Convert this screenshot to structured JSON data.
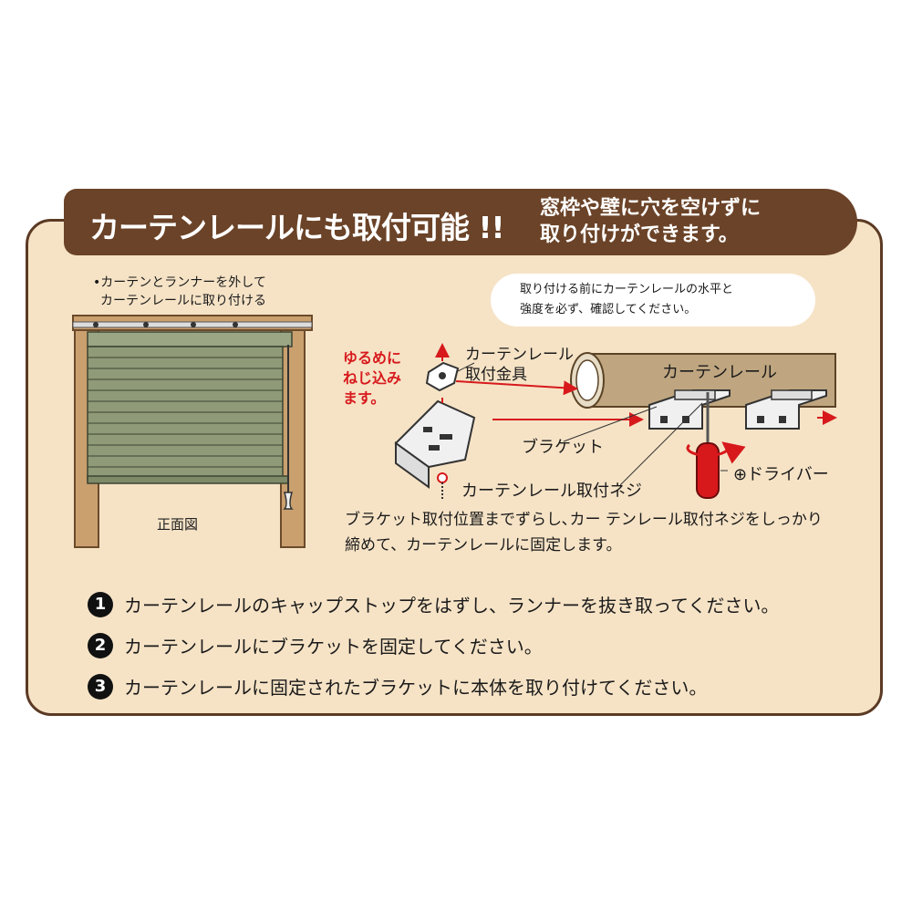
{
  "banner": {
    "title": "カーテンレールにも取付可能 !!",
    "subtitle_line1": "窓枠や壁に穴を空けずに",
    "subtitle_line2": "取り付けができます。"
  },
  "note_left": {
    "line1": "•カーテンとランナーを外して",
    "line2": "カーテンレールに取り付ける"
  },
  "front_view_label": "正面図",
  "bubble": {
    "line1": "取り付ける前にカーテンレールの水平と",
    "line2": "強度を必ず、確認してください。"
  },
  "labels": {
    "loose_line1": "ゆるめに",
    "loose_line2": "ねじ込み",
    "loose_line3": "ます。",
    "fitting_line1": "カーテンレール",
    "fitting_line2": "取付金具",
    "rail": "カーテンレール",
    "bracket": "ブラケット",
    "screw": "カーテンレール取付ネジ",
    "driver": "⊕ドライバー"
  },
  "instruction": {
    "line1": "ブラケット取付位置までずらし､カー テンレール取付ネジをしっかり",
    "line2": "締めて、カーテンレールに固定します。"
  },
  "steps": [
    {
      "num": "1",
      "text": "カーテンレールのキャップストップをはずし、ランナーを抜き取ってください。"
    },
    {
      "num": "2",
      "text": "カーテンレールにブラケットを固定してください。"
    },
    {
      "num": "3",
      "text": "カーテンレールに固定されたブラケットに本体を取り付けてください。"
    }
  ],
  "colors": {
    "banner": "#6b4328",
    "card": "#f6e3c6",
    "arrow": "#d7191c",
    "blind": "#8f9a78",
    "frame": "#caa06f",
    "rail": "#bfa680"
  }
}
